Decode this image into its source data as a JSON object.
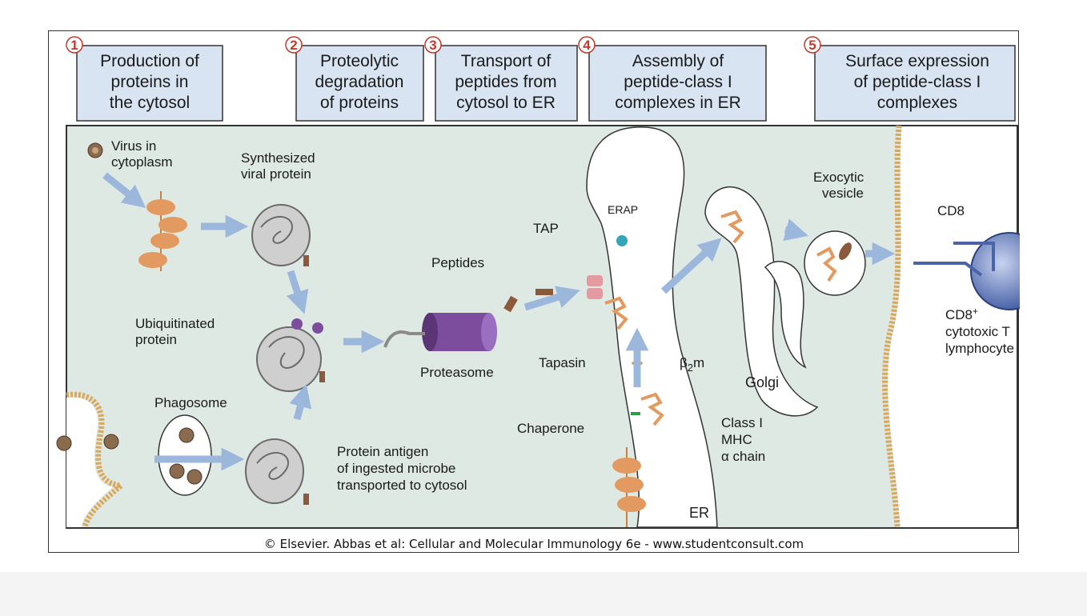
{
  "steps": [
    {
      "number": "1",
      "lines": [
        "Production of",
        "proteins in",
        "the cytosol"
      ]
    },
    {
      "number": "2",
      "lines": [
        "Proteolytic",
        "degradation",
        "of proteins"
      ]
    },
    {
      "number": "3",
      "lines": [
        "Transport of",
        "peptides from",
        "cytosol to ER"
      ]
    },
    {
      "number": "4",
      "lines": [
        "Assembly of",
        "peptide-class I",
        "complexes in ER"
      ]
    },
    {
      "number": "5",
      "lines": [
        "Surface expression",
        "of peptide-class I",
        "complexes"
      ]
    }
  ],
  "labels": {
    "virus": [
      "Virus in",
      "cytoplasm"
    ],
    "synth": [
      "Synthesized",
      "viral protein"
    ],
    "ubiq": [
      "Ubiquitinated",
      "protein"
    ],
    "phago": "Phagosome",
    "antigen": [
      "Protein antigen",
      "of ingested microbe",
      "transported to cytosol"
    ],
    "proteasome": "Proteasome",
    "peptides": "Peptides",
    "tap": "TAP",
    "tapasin": "Tapasin",
    "erap": "ERAP",
    "b2m_beta": "β",
    "b2m_sub": "2",
    "b2m_m": "m",
    "chaperone": "Chaperone",
    "mhc": [
      "Class I",
      "MHC",
      "α chain"
    ],
    "er": "ER",
    "golgi": "Golgi",
    "exo": [
      "Exocytic",
      "vesicle"
    ],
    "cd8": "CD8",
    "cd8_cell": [
      "CD8",
      "cytotoxic T",
      "lymphocyte"
    ],
    "cd8_plus": "+"
  },
  "credit": "© Elsevier. Abbas et al: Cellular and Molecular Immunology 6e - www.studentconsult.com",
  "colors": {
    "cytoplasm": "#dfe9e4",
    "header_box": "#d9e4f2",
    "arrow": "#9bb8dc",
    "orange": "#e39a60",
    "purple": "#7b4d9c",
    "membrane": "#d9a85c",
    "blue_cell": "#4a64a8"
  }
}
